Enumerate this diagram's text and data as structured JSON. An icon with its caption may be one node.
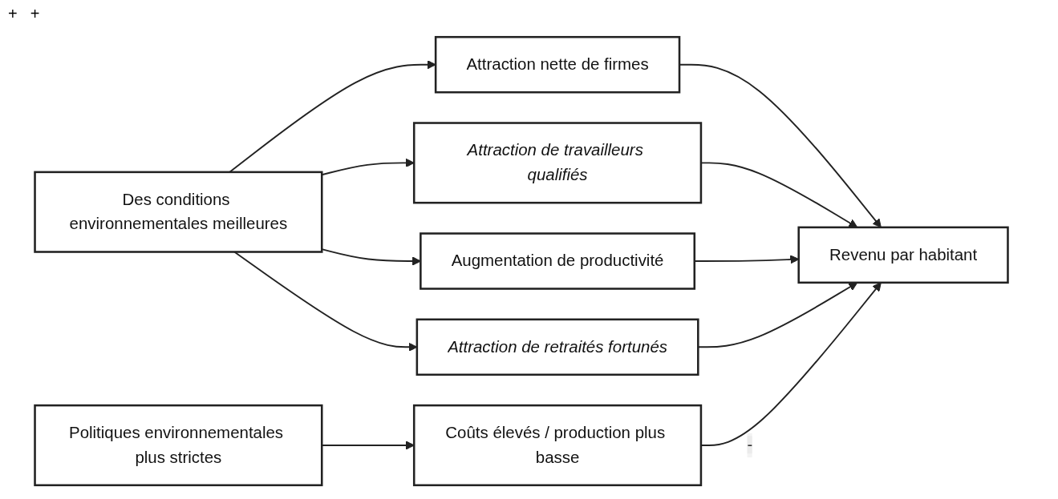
{
  "diagram": {
    "nodes": [
      {
        "text": [
          "Des conditions environnementales meilleures"
        ]
      },
      {
        "text": [
          "Attraction nette de firmes"
        ]
      },
      {
        "text": [
          "Attraction de travailleurs qualifiés"
        ]
      },
      {
        "text": [
          "Augmentation de productivité"
        ]
      },
      {
        "text": [
          "Attraction de retraités fortunés"
        ]
      },
      {
        "text": [
          "Revenu par habitant"
        ]
      },
      {
        "text": [
          "Politiques environnementales plus strictes"
        ]
      },
      {
        "text": [
          "Coûts élevés / production plus basse"
        ]
      }
    ],
    "edges": [
      {
        "from": 0,
        "to": 1,
        "arrow": "to"
      },
      {
        "from": 0,
        "to": 2,
        "arrow": "to"
      },
      {
        "from": 0,
        "to": 3,
        "arrow": "to"
      },
      {
        "from": 0,
        "to": 4,
        "arrow": "to"
      },
      {
        "from": 1,
        "to": 5,
        "arrow": "to"
      },
      {
        "from": 2,
        "to": 5,
        "arrow": "to"
      },
      {
        "from": 3,
        "to": 5,
        "arrow": "to"
      },
      {
        "from": 4,
        "to": 5,
        "arrow": "to"
      },
      {
        "from": 6,
        "to": 7,
        "arrow": "to"
      },
      {
        "from": 7,
        "to": 5,
        "label": "-",
        "arrow": "to"
      }
    ],
    "labels": [
      "+",
      "+"
    ]
  }
}
